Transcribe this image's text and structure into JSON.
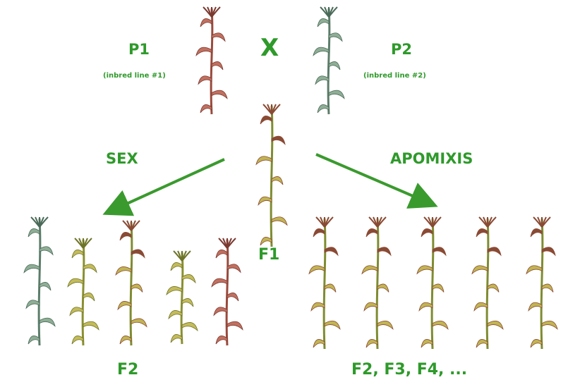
{
  "parents": {
    "p1": {
      "label": "P1",
      "sub": "(inbred line #1)"
    },
    "p2": {
      "label": "P2",
      "sub": "(inbred line #2)"
    },
    "cross_symbol": "X"
  },
  "hybrid": {
    "label": "F1"
  },
  "paths": {
    "sex": {
      "label": "SEX",
      "result": "F2"
    },
    "apomixis": {
      "label": "APOMIXIS",
      "result": "F2, F3, F4, ..."
    }
  },
  "colors": {
    "label_green": "#2e9a2a",
    "arrow_green": "#3a9a2e",
    "stalk_green": "#7a9a2a",
    "leaf_yellow": "#b8b24a",
    "plant_red": "#b5564a",
    "plant_teal": "#6f9a80"
  },
  "plants": [
    {
      "role": "p1-plant",
      "tint": "red"
    },
    {
      "role": "p2-plant",
      "tint": "teal"
    },
    {
      "role": "f1-plant",
      "tint": "yellow-red"
    },
    {
      "role": "f2-sex-plant-1",
      "tint": "teal"
    },
    {
      "role": "f2-sex-plant-2",
      "tint": "yellow"
    },
    {
      "role": "f2-sex-plant-3",
      "tint": "yellow-red"
    },
    {
      "role": "f2-sex-plant-4",
      "tint": "yellow"
    },
    {
      "role": "f2-sex-plant-5",
      "tint": "red"
    },
    {
      "role": "apomixis-plant-1",
      "tint": "yellow-red"
    },
    {
      "role": "apomixis-plant-2",
      "tint": "yellow-red"
    },
    {
      "role": "apomixis-plant-3",
      "tint": "yellow-red"
    },
    {
      "role": "apomixis-plant-4",
      "tint": "yellow-red"
    },
    {
      "role": "apomixis-plant-5",
      "tint": "yellow-red"
    }
  ]
}
